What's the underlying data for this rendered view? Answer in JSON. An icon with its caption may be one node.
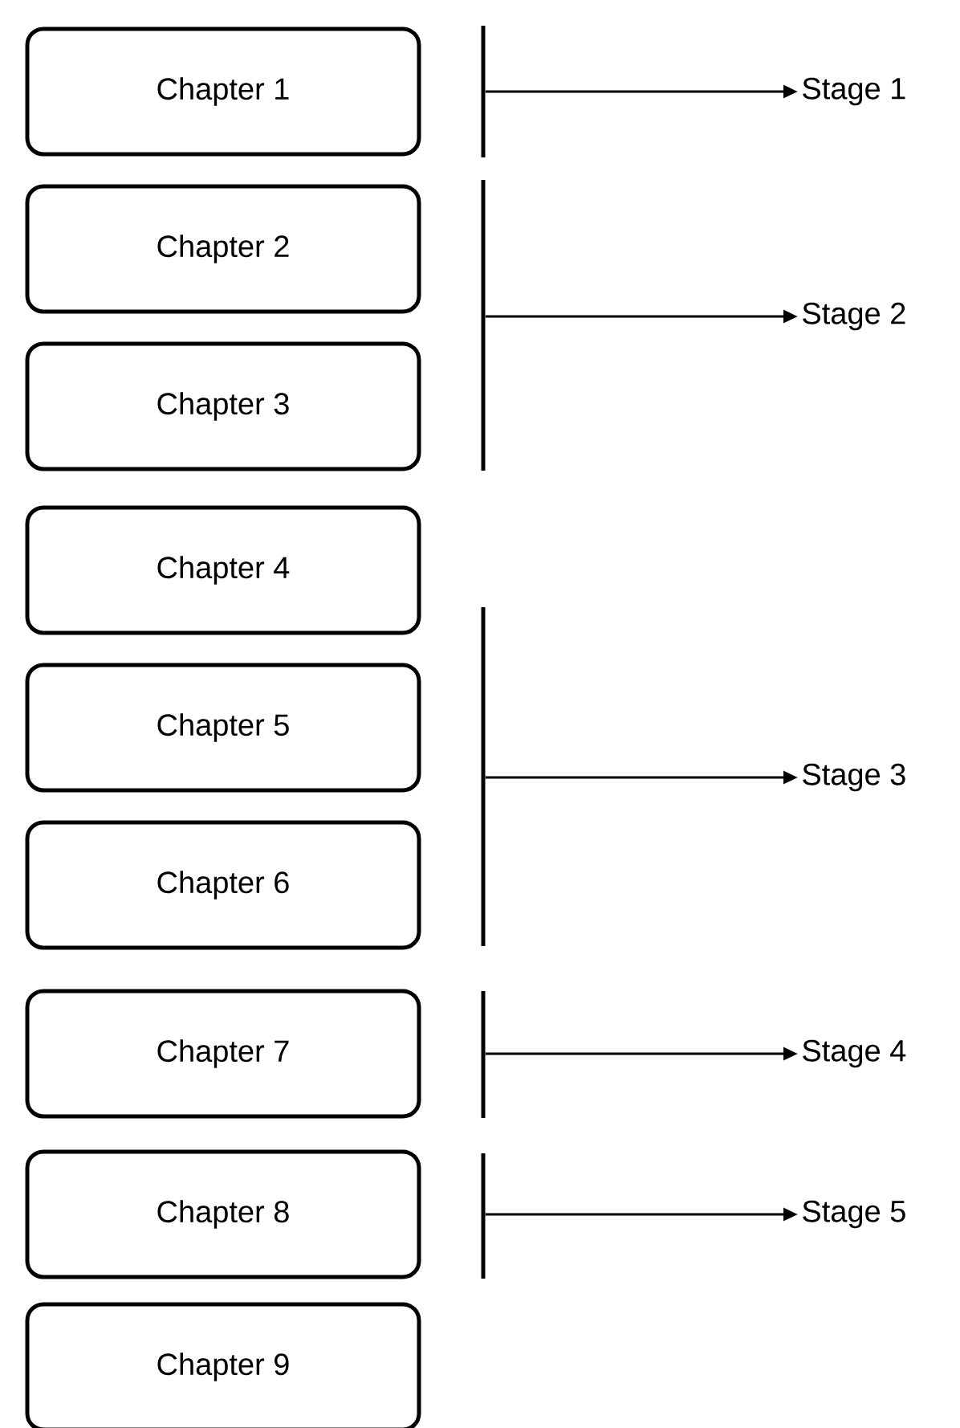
{
  "diagram": {
    "nodes": [
      {
        "text": [
          "Chapter 1"
        ]
      },
      {
        "text": [
          "Chapter 2"
        ]
      },
      {
        "text": [
          "Chapter 3"
        ]
      },
      {
        "text": [
          "Chapter 4"
        ]
      },
      {
        "text": [
          "Chapter 5"
        ]
      },
      {
        "text": [
          "Chapter 6"
        ]
      },
      {
        "text": [
          "Chapter 7"
        ]
      },
      {
        "text": [
          "Chapter 8"
        ]
      },
      {
        "text": [
          "Chapter 9"
        ]
      },
      {
        "text": [],
        "shape": "bar"
      },
      {
        "text": [],
        "shape": "bar"
      },
      {
        "text": [],
        "shape": "bar"
      },
      {
        "text": [],
        "shape": "bar"
      },
      {
        "text": [],
        "shape": "bar"
      },
      {
        "text": [
          "Stage 1"
        ]
      },
      {
        "text": [
          "Stage 2"
        ]
      },
      {
        "text": [
          "Stage 3"
        ]
      },
      {
        "text": [
          "Stage 4"
        ]
      },
      {
        "text": [
          "Stage 5"
        ]
      }
    ],
    "edges": [
      {
        "from": 9,
        "to": 14,
        "arrow": "to"
      },
      {
        "from": 10,
        "to": 15,
        "arrow": "to"
      },
      {
        "from": 11,
        "to": 16,
        "arrow": "to"
      },
      {
        "from": 12,
        "to": 17,
        "arrow": "to"
      },
      {
        "from": 13,
        "to": 18,
        "arrow": "to"
      }
    ]
  }
}
